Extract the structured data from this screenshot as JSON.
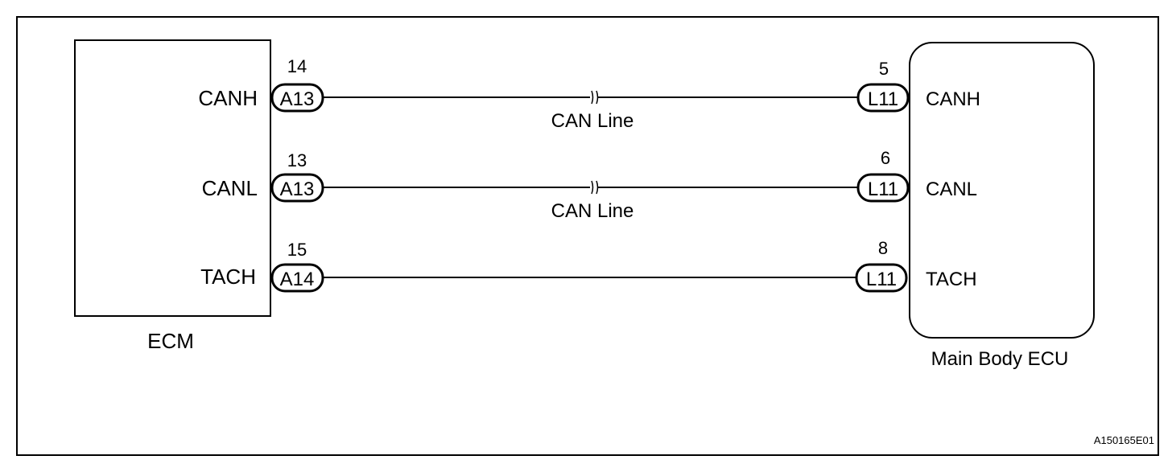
{
  "ecm": {
    "name": "ECM",
    "pins": [
      {
        "label": "CANH",
        "connector": "A13",
        "pin": "14"
      },
      {
        "label": "CANL",
        "connector": "A13",
        "pin": "13"
      },
      {
        "label": "TACH",
        "connector": "A14",
        "pin": "15"
      }
    ]
  },
  "body_ecu": {
    "name": "Main Body ECU",
    "pins": [
      {
        "label": "CANH",
        "connector": "L11",
        "pin": "5"
      },
      {
        "label": "CANL",
        "connector": "L11",
        "pin": "6"
      },
      {
        "label": "TACH",
        "connector": "L11",
        "pin": "8"
      }
    ]
  },
  "wires": [
    {
      "label": "CAN Line",
      "twisted": true
    },
    {
      "label": "CAN Line",
      "twisted": true
    },
    {
      "label": "",
      "twisted": false
    }
  ],
  "figure_id": "A150165E01"
}
